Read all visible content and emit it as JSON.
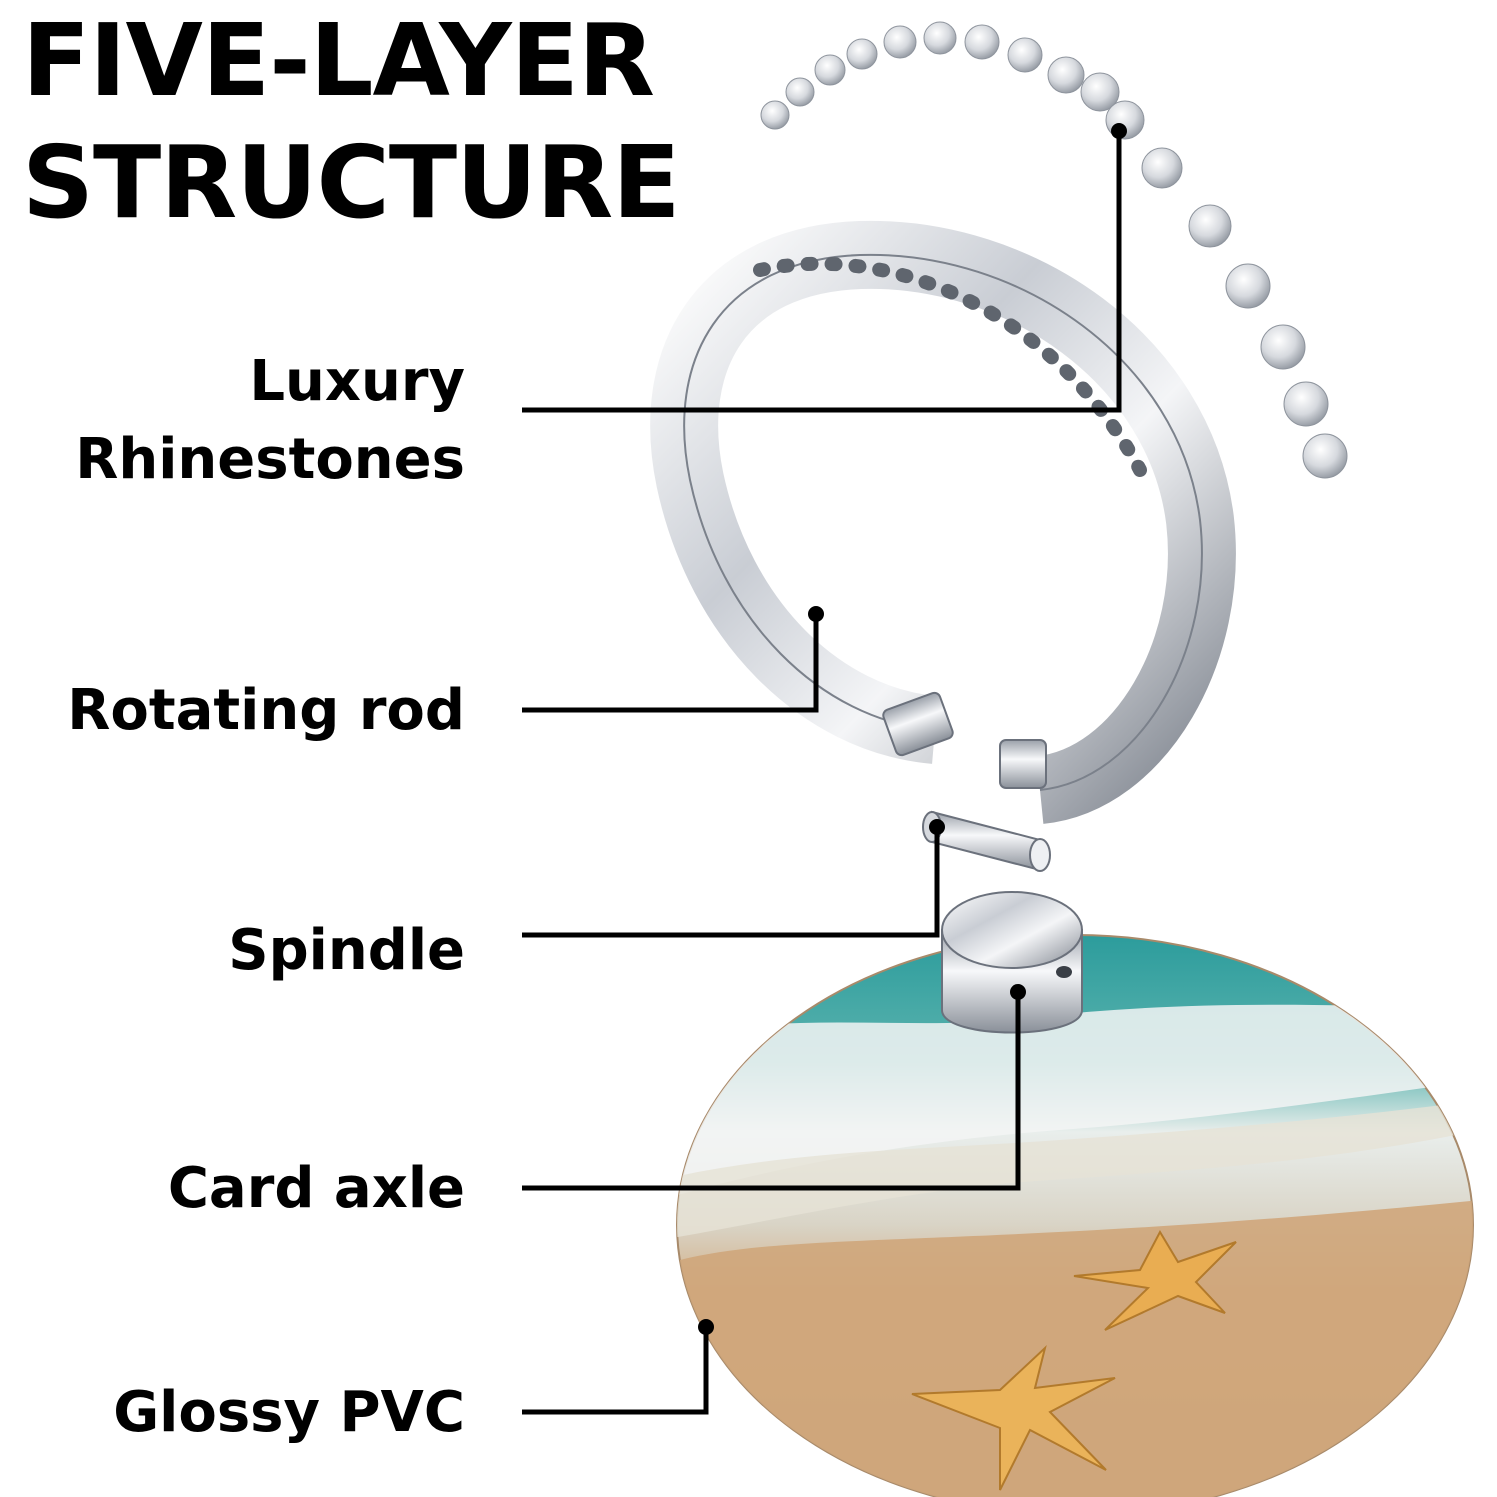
{
  "title": {
    "line1": "FIVE-LAYER",
    "line2": "STRUCTURE"
  },
  "labels": {
    "rhinestones_line1": "Luxury",
    "rhinestones_line2": "Rhinestones",
    "rotating_rod": "Rotating rod",
    "spindle": "Spindle",
    "card_axle": "Card axle",
    "glossy_pvc": "Glossy PVC"
  },
  "colors": {
    "text": "#000000",
    "leader_line": "#000000",
    "metal_light": "#f2f4f7",
    "metal_mid": "#b8bdc6",
    "metal_dark": "#6b717c",
    "sea": "#2fa3a0",
    "foam": "#f4f6f5",
    "sand": "#d8b48c",
    "starfish": "#e8aa4c"
  }
}
